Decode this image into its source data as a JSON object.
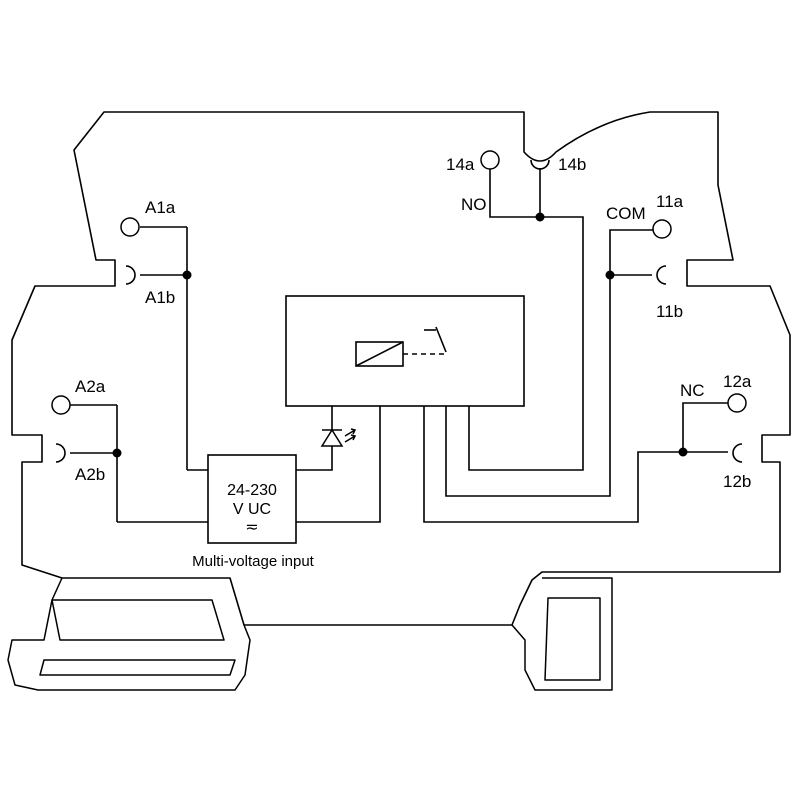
{
  "colors": {
    "line": "#000000",
    "background": "#ffffff"
  },
  "terminals": {
    "a1a": "A1a",
    "a1b": "A1b",
    "a2a": "A2a",
    "a2b": "A2b",
    "t14a": "14a",
    "t14b": "14b",
    "t11a": "11a",
    "t11b": "11b",
    "t12a": "12a",
    "t12b": "12b"
  },
  "contacts": {
    "no": "NO",
    "com": "COM",
    "nc": "NC"
  },
  "input_block": {
    "voltage": "24-230",
    "unit": "V UC",
    "symbol": "≂",
    "caption": "Multi-voltage input"
  },
  "icons": [
    "relay-coil-icon",
    "led-icon",
    "switch-contact-icon",
    "din-rail-clip-icon"
  ]
}
